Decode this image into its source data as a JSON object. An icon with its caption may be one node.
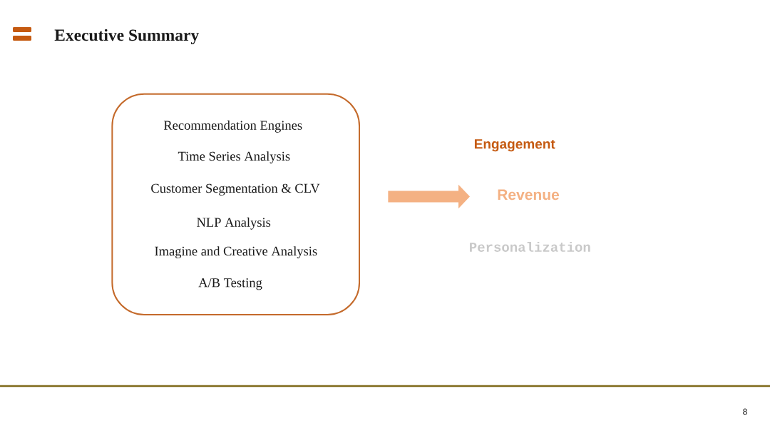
{
  "diagram": {
    "title": "Executive Summary",
    "nodes": [
      {
        "text": [
          "Recommendation Engines",
          "Time Series Analysis",
          "Customer Segmentation & CLV",
          "NLP Analysis",
          "Imagine and Creative Analysis",
          "A/B Testing"
        ]
      },
      {
        "text": [
          "Engagement"
        ]
      },
      {
        "text": [
          "Revenue"
        ]
      },
      {
        "text": [
          "Personalization"
        ]
      }
    ],
    "edges": [
      {
        "from": 0,
        "to": 2,
        "arrow": "to"
      }
    ],
    "labels": [
      "8"
    ]
  }
}
